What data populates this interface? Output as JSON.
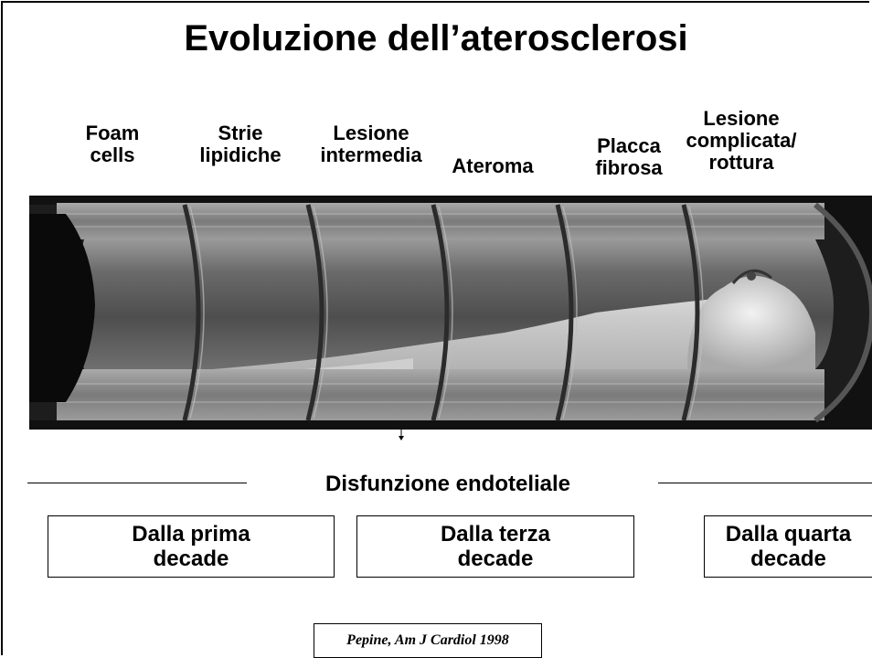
{
  "title": "Evoluzione dell’aterosclerosi",
  "stages": [
    {
      "label": "Foam\ncells"
    },
    {
      "label": "Strie\nlipidiche"
    },
    {
      "label": "Lesione\nintermedia"
    },
    {
      "label": "Ateroma"
    },
    {
      "label": "Placca\nfibrosa"
    },
    {
      "label": "Lesione\ncomplicata/\nrottura"
    }
  ],
  "dysfunction_label": "Disfunzione endoteliale",
  "decades": [
    {
      "label": "Dalla prima\ndecade"
    },
    {
      "label": "Dalla terza\ndecade"
    },
    {
      "label": "Dalla quarta\ndecade"
    }
  ],
  "citation": "Pepine, Am J Cardiol 1998",
  "colors": {
    "background": "#ffffff",
    "text": "#000000",
    "illustration_bg": "#111111",
    "vessel_wall": "#8a8a8a",
    "lumen": "#5e5e5e",
    "plaque": "#d8d8d8"
  }
}
